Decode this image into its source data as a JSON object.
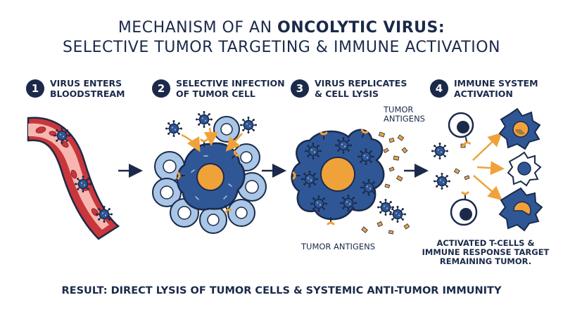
{
  "title": {
    "line1_prefix": "MECHANISM OF AN ",
    "line1_emphasis": "ONCOLYTIC VIRUS:",
    "line2": "SELECTIVE TUMOR TARGETING & IMMUNE ACTIVATION"
  },
  "steps": [
    {
      "number": "1",
      "label": "VIRUS ENTERS\nBLOODSTREAM"
    },
    {
      "number": "2",
      "label": "SELECTIVE INFECTION\nOF TUMOR CELL"
    },
    {
      "number": "3",
      "label": "VIRUS REPLICATES\n& CELL LYSIS"
    },
    {
      "number": "4",
      "label": "IMMUNE SYSTEM\nACTIVATION"
    }
  ],
  "annotations": {
    "tumor_antigens_top": "TUMOR\nANTIGENS",
    "tumor_antigens_bottom": "TUMOR ANTIGENS",
    "activated_tcells": "ACTIVATED T-CELLS &\nIMMUNE RESPONSE TARGET\nREMAINING TUMOR."
  },
  "result": "RESULT: DIRECT LYSIS OF TUMOR CELLS & SYSTEMIC ANTI-TUMOR IMMUNITY",
  "colors": {
    "navy": "#1b2a4a",
    "tumor_blue": "#2f5796",
    "nucleus_orange": "#f0a23a",
    "vessel_red": "#c9363b",
    "blood_pink": "#f7b7b0",
    "healthy_cell_blue": "#a9c6e6",
    "arrow_orange": "#f0a23a"
  }
}
